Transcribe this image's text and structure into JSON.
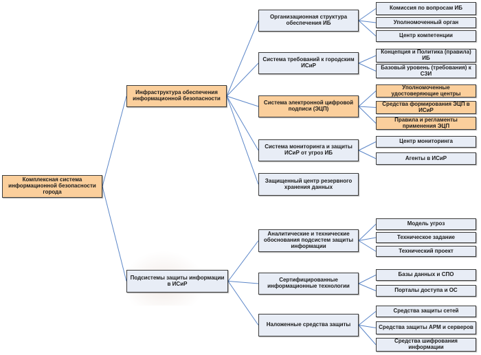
{
  "colors": {
    "line": "#5b86c8",
    "blue_fill": "#e8edf6",
    "orange_fill": "#fbcf9c",
    "border": "#3a3a3a"
  },
  "root": {
    "label": "Комплексная система информационной безопасности города"
  },
  "level1": [
    {
      "label": "Инфраструктура обеспечения информационной безопасности"
    },
    {
      "label": "Подсистемы защиты информации в ИСиР"
    }
  ],
  "level2": [
    {
      "label": "Организационная структура обеспечения ИБ"
    },
    {
      "label": "Система требований к городским ИСиР"
    },
    {
      "label": "Система электронной цифровой подписи (ЭЦП)"
    },
    {
      "label": "Система мониторинга и защиты ИСиР от угроз ИБ"
    },
    {
      "label": "Защищенный центр резервного хранения данных"
    },
    {
      "label": "Аналитические и технические обоснования подсистем защиты информации"
    },
    {
      "label": "Сертифицированные информационные технологии"
    },
    {
      "label": "Наложенные средства защиты"
    }
  ],
  "level3": [
    {
      "label": "Комиссия по вопросам ИБ"
    },
    {
      "label": "Уполномоченный орган"
    },
    {
      "label": "Центр компетенции"
    },
    {
      "label": "Концепция и Политика (правила) ИБ"
    },
    {
      "label": "Базовый уровень (требования) к СЗИ"
    },
    {
      "label": "Уполномоченные удостоверяющие центры"
    },
    {
      "label": "Средства формирования ЭЦП в ИСиР"
    },
    {
      "label": "Правила и регламенты применения ЭЦП"
    },
    {
      "label": "Центр мониторинга"
    },
    {
      "label": "Агенты в ИСиР"
    },
    {
      "label": "Модель угроз"
    },
    {
      "label": "Техническое задание"
    },
    {
      "label": "Технический проект"
    },
    {
      "label": "Базы данных и СПО"
    },
    {
      "label": "Порталы доступа и ОС"
    },
    {
      "label": "Средства защиты сетей"
    },
    {
      "label": "Средства защиты АРМ и серверов"
    },
    {
      "label": "Средства шифрования информации"
    }
  ]
}
